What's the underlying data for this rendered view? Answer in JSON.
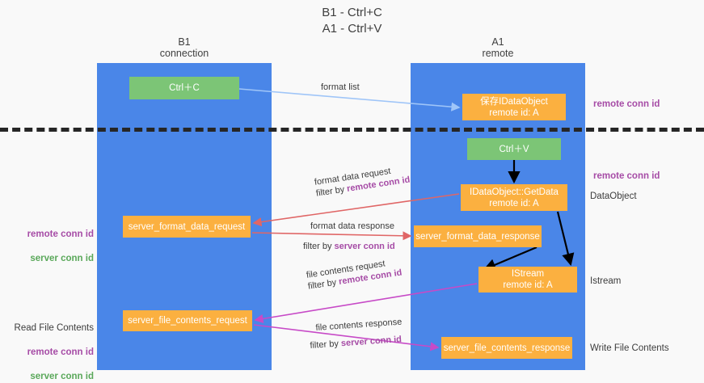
{
  "title": "B1 - Ctrl+C\nA1 - Ctrl+V",
  "columns": {
    "left": {
      "header": "B1\nconnection"
    },
    "right": {
      "header": "A1\nremote"
    }
  },
  "boxes": {
    "ctrl_c": "Ctrl＋C",
    "ctrl_v": "Ctrl＋V",
    "save_idataobject": "保存IDataObject\nremote id: A",
    "idataobject_getdata": "IDataObject::GetData\nremote id: A",
    "server_format_data_request": "server_format_data_request",
    "server_format_data_response": "server_format_data_response",
    "istream": "IStream\nremote id: A",
    "server_file_contents_request": "server_file_contents_request",
    "server_file_contents_response": "server_file_contents_response"
  },
  "edge_labels": {
    "format_list": "format list",
    "format_data_request": "format data request",
    "format_data_request_filter_prefix": "filter by ",
    "format_data_request_filter_key": "remote conn id",
    "format_data_response": "format data response",
    "format_data_response_filter_prefix": "filter by ",
    "format_data_response_filter_key": "server conn id",
    "file_contents_request": "file contents request",
    "file_contents_request_filter_prefix": "filter by ",
    "file_contents_request_filter_key": "remote conn id",
    "file_contents_response": "file contents response",
    "file_contents_response_filter_prefix": "filter by ",
    "file_contents_response_filter_key": "server conn id"
  },
  "annotations": {
    "right_remote_conn_id_top": "remote conn id",
    "right_remote_conn_id_mid": "remote conn id",
    "right_dataobject": "DataObject",
    "right_istream": "Istream",
    "right_write_file_contents": "Write File Contents",
    "left_remote_conn_id": "remote conn id",
    "left_server_conn_id": "server conn id",
    "left_read_file_contents": "Read File Contents",
    "left_remote_conn_id_2": "remote conn id",
    "left_server_conn_id_2": "server conn id"
  },
  "colors": {
    "lane": "#4a86e8",
    "box_green": "#7cc576",
    "box_orange": "#fbb040",
    "accent_purple": "#a64ca6",
    "accent_green": "#5aa85a",
    "arrow_blue": "#9fc5f8",
    "arrow_red": "#e06666",
    "arrow_magenta": "#c74ac7",
    "arrow_black": "#000000",
    "background": "#f9f9f9",
    "divider": "#262626"
  }
}
